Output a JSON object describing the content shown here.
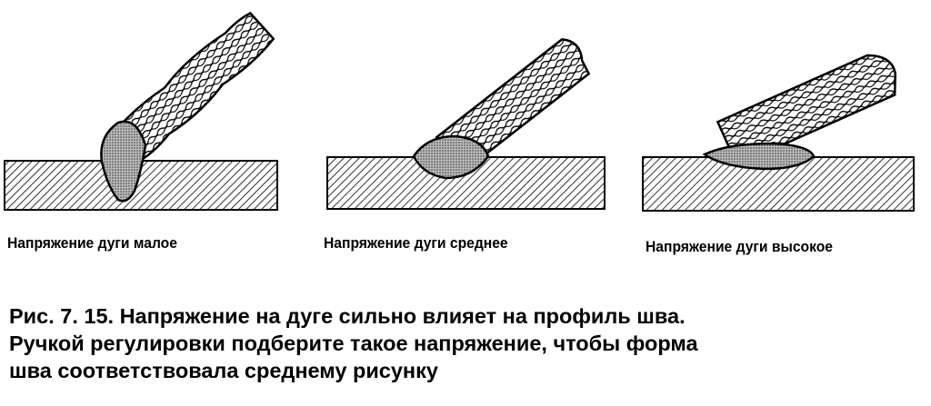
{
  "panels": [
    {
      "label": "Напряжение дуги малое"
    },
    {
      "label": "Напряжение дуги среднее"
    },
    {
      "label": "Напряжение дуги высокое"
    }
  ],
  "caption": {
    "line1": "Рис. 7. 15. Напряжение на дуге сильно влияет на профиль шва.",
    "line2": "Ручкой регулировки подберите такое напряжение, чтобы форма",
    "line3": "шва соответствовала среднему рисунку"
  }
}
